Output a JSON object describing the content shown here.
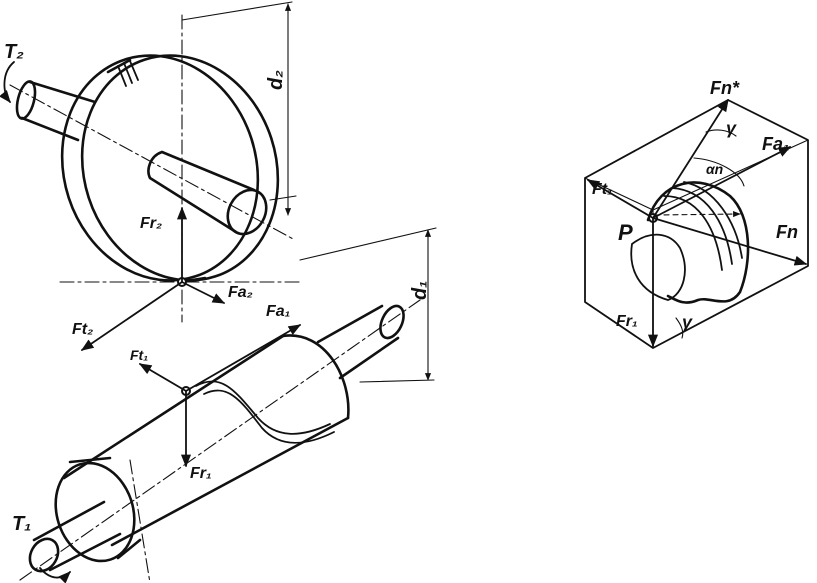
{
  "labels": {
    "T2": "T₂",
    "d2": "d₂",
    "Fr2": "Fr₂",
    "Fa2": "Fa₂",
    "Ft2": "Ft₂",
    "d1": "d₁",
    "Fa1": "Fa₁",
    "Ft1": "Ft₁",
    "Fr1": "Fr₁",
    "T1": "T₁",
    "Fn_star": "Fn*",
    "gamma_top": "γ",
    "Fa_right": "Fa₁",
    "alpha_n": "αn",
    "Ft_right": "Ft₁",
    "P": "P",
    "Fn": "Fn",
    "Fr_right": "Fr₁",
    "gamma_bottom": "γ"
  }
}
